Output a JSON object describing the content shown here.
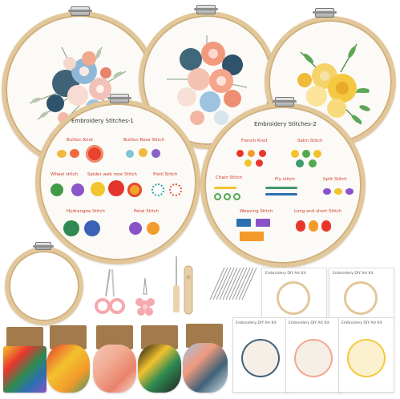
{
  "hoops": {
    "left": {
      "title": "Embroidery Stitches-1"
    },
    "right": {
      "title": "Embroidery Stitches-2"
    }
  },
  "stitches1": {
    "bullion_knot": "Bullion Knot",
    "bullion_rose": "Bullion Rose Stitch",
    "wheel": "Wheel stitch",
    "spider_web": "Spider web rose Stitch",
    "pistil": "Pistil Stitch",
    "hydrangea": "Hydrangea Stitch",
    "petal": "Petal Stitch"
  },
  "stitches2": {
    "french_knot": "French Knot",
    "satin": "Satin Stitch",
    "chain": "Chain Stitch",
    "fly": "Fly stitch",
    "split": "Split Stitch",
    "weaving": "Weaving Stitch",
    "long_short": "Long and short Stitch"
  },
  "kit_papers": {
    "paper1_title": "Embroidery DIY Art Kit",
    "paper2_title": "Embroidery DIY Art Kit",
    "paper3_title": "Embroidery DIY Art Kit",
    "paper4_title": "Embroidery DIY Art Kit",
    "paper5_title": "Embroidery DIY Art Kit"
  },
  "colors": {
    "hoop_wood": "#e2c79a",
    "fabric": "#fbfaf6",
    "label_red": "#d23b2e"
  }
}
